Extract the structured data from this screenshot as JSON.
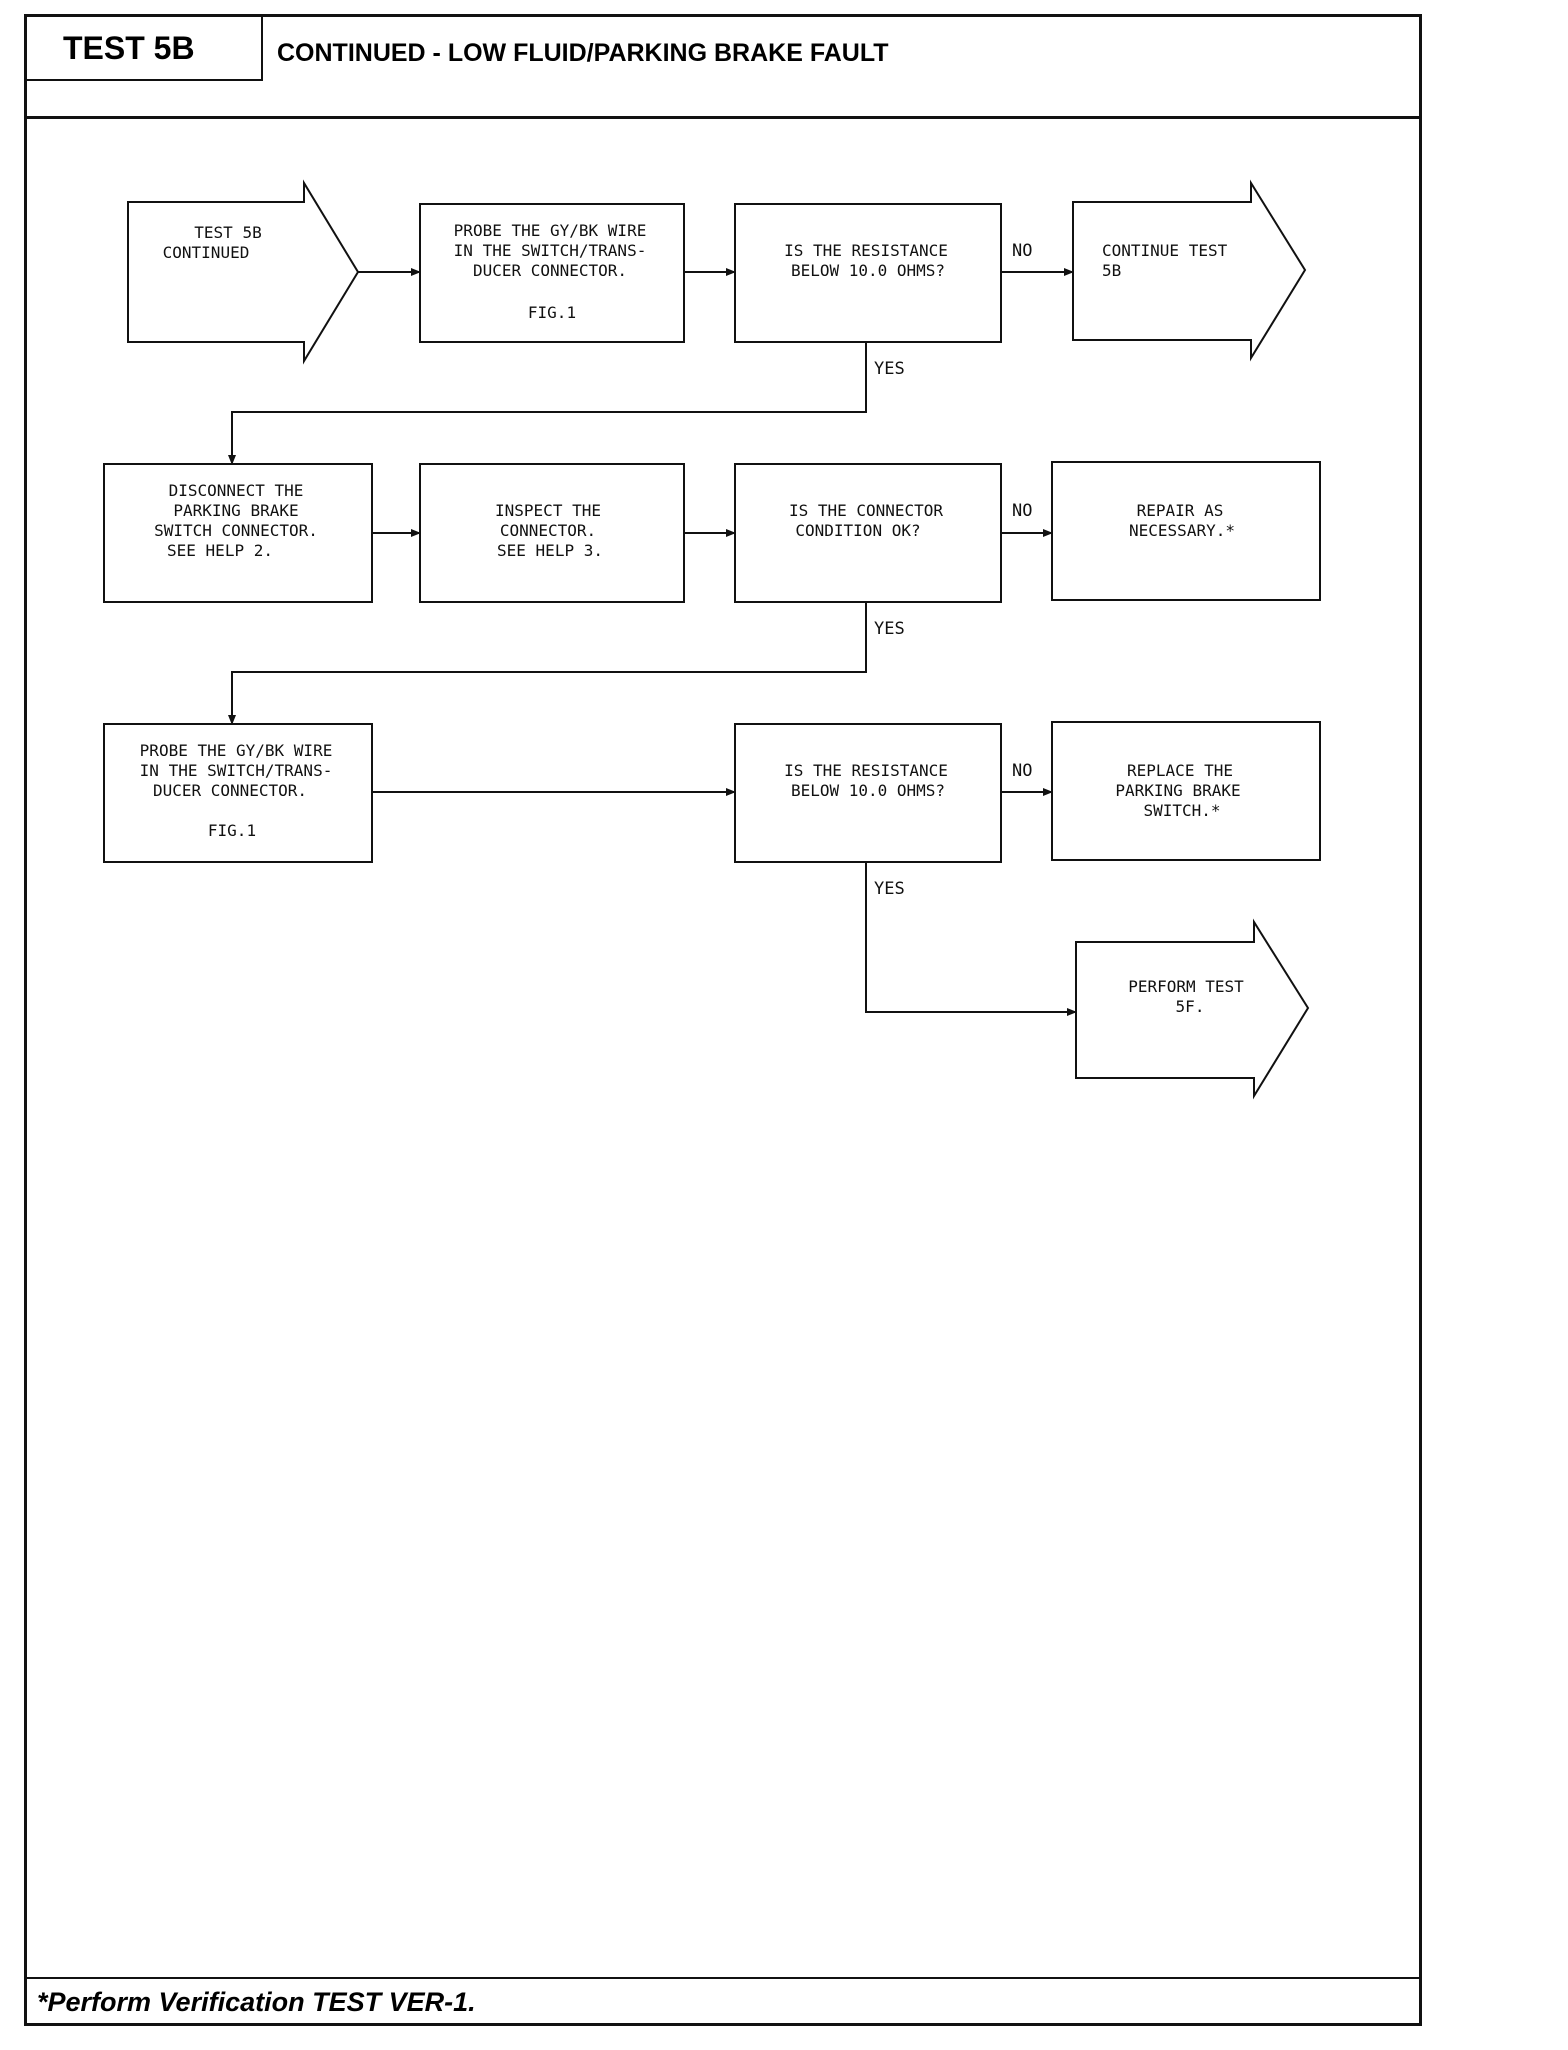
{
  "header": {
    "test_label": "TEST 5B",
    "title": "CONTINUED - LOW FLUID/PARKING BRAKE FAULT"
  },
  "flow": {
    "start": [
      "TEST 5B",
      "CONTINUED"
    ],
    "step1": [
      "PROBE THE GY/BK WIRE",
      "IN THE SWITCH/TRANS-",
      "DUCER CONNECTOR."
    ],
    "step1_fig": "FIG.1",
    "q1": [
      "IS THE RESISTANCE",
      "BELOW 10.0 OHMS?"
    ],
    "q1_no_target": [
      "CONTINUE TEST",
      "5B"
    ],
    "step2": [
      "DISCONNECT THE",
      "PARKING BRAKE",
      "SWITCH CONNECTOR.",
      "SEE HELP 2."
    ],
    "step3": [
      "INSPECT THE",
      "CONNECTOR.",
      "SEE HELP 3."
    ],
    "q2": [
      "IS THE CONNECTOR",
      "CONDITION OK?"
    ],
    "q2_no_target": [
      "REPAIR AS",
      "NECESSARY.*"
    ],
    "step4": [
      "PROBE THE GY/BK WIRE",
      "IN THE SWITCH/TRANS-",
      "DUCER CONNECTOR."
    ],
    "step4_fig": "FIG.1",
    "q3": [
      "IS THE RESISTANCE",
      "BELOW 10.0 OHMS?"
    ],
    "q3_no_target": [
      "REPLACE THE",
      "PARKING BRAKE",
      "SWITCH.*"
    ],
    "final": [
      "PERFORM TEST",
      "5F."
    ],
    "labels": {
      "no": "NO",
      "yes": "YES"
    }
  },
  "footer": {
    "note": "*Perform Verification TEST VER-1."
  }
}
